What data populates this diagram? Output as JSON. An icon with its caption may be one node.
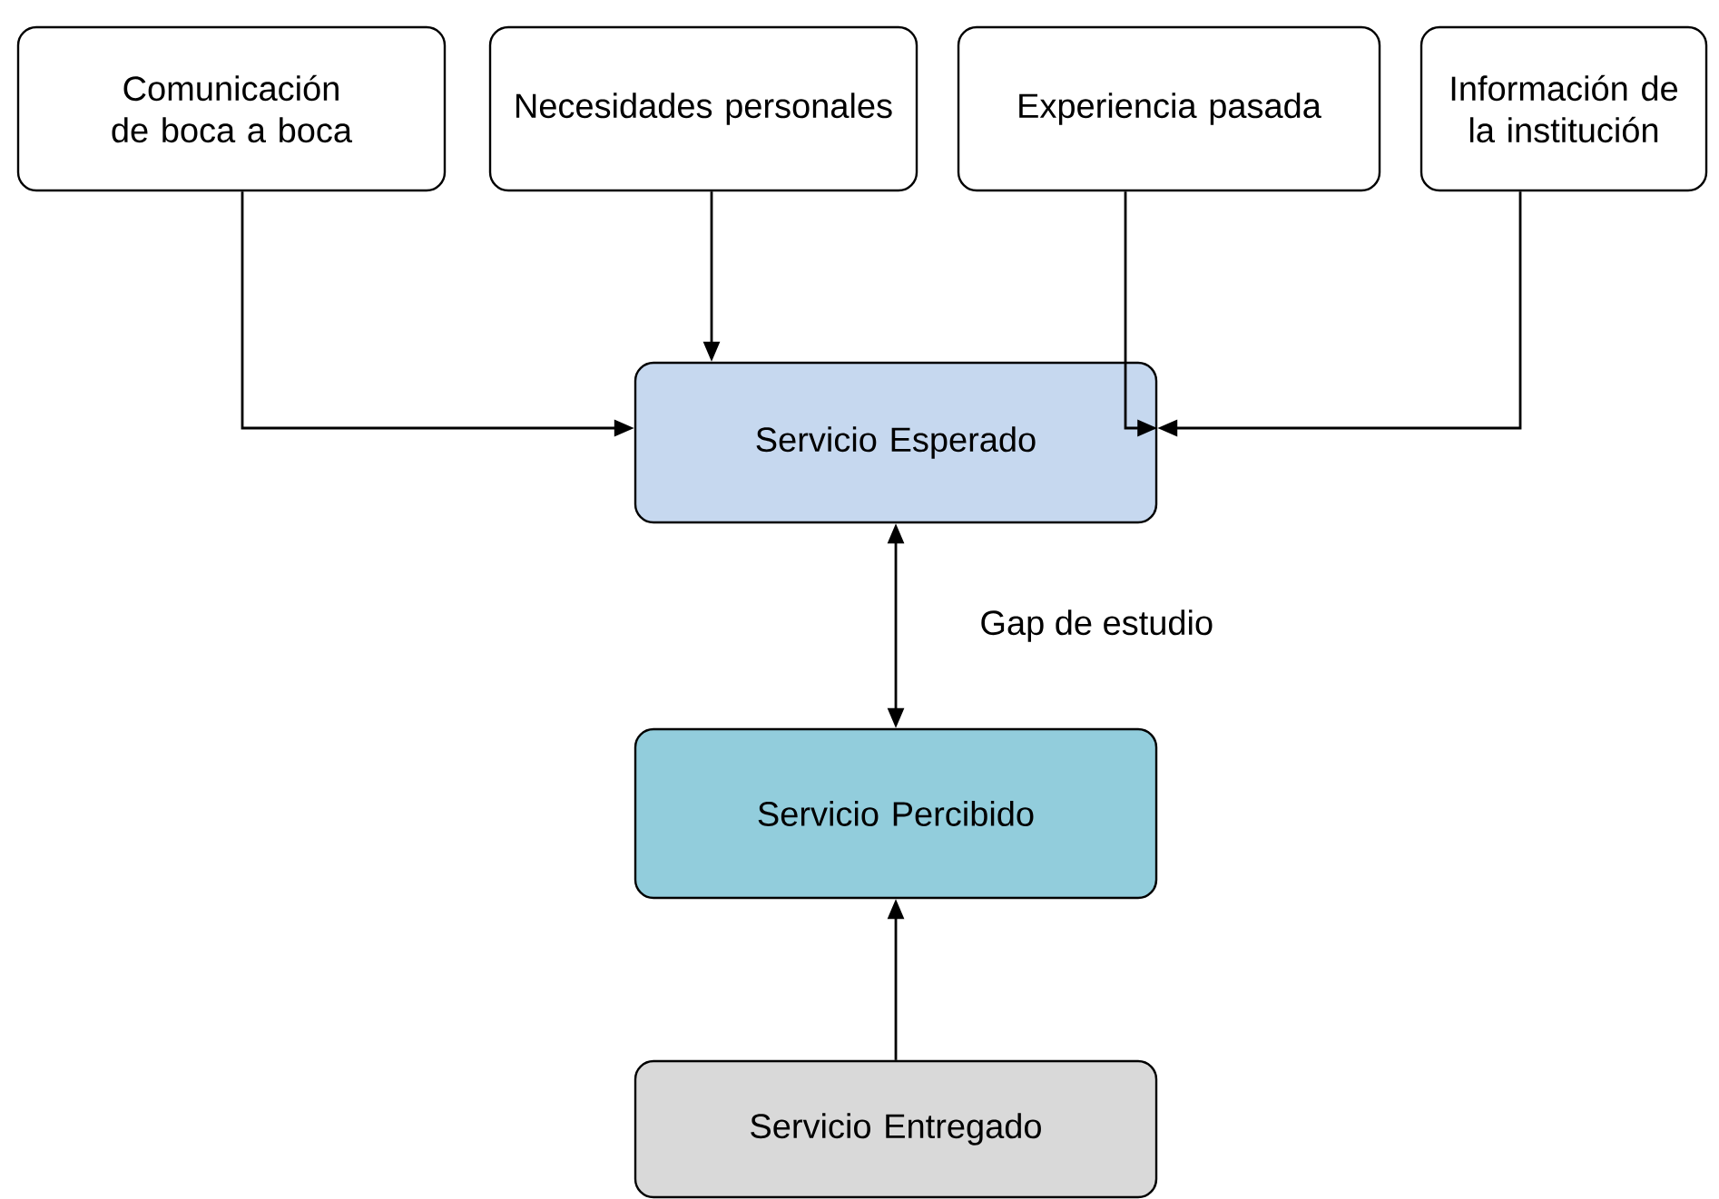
{
  "diagram": {
    "nodes": [
      {
        "text": [
          "Comunicación de boca a boca"
        ]
      },
      {
        "text": [
          "Necesidades personales"
        ]
      },
      {
        "text": [
          "Experiencia pasada"
        ]
      },
      {
        "text": [
          "Información de la institución"
        ]
      },
      {
        "text": [
          "Servicio Esperado"
        ]
      },
      {
        "text": [
          "Servicio Percibido"
        ]
      },
      {
        "text": [
          "Servicio Entregado"
        ]
      }
    ],
    "edges": [
      {
        "from": 0,
        "to": 4,
        "arrow": "to"
      },
      {
        "from": 1,
        "to": 4,
        "arrow": "to"
      },
      {
        "from": 2,
        "to": 4,
        "arrow": "to"
      },
      {
        "from": 3,
        "to": 4,
        "arrow": "to"
      },
      {
        "from": 4,
        "to": 5,
        "arrow": "both",
        "label": "Gap de estudio"
      },
      {
        "from": 6,
        "to": 5,
        "arrow": "to"
      }
    ]
  }
}
